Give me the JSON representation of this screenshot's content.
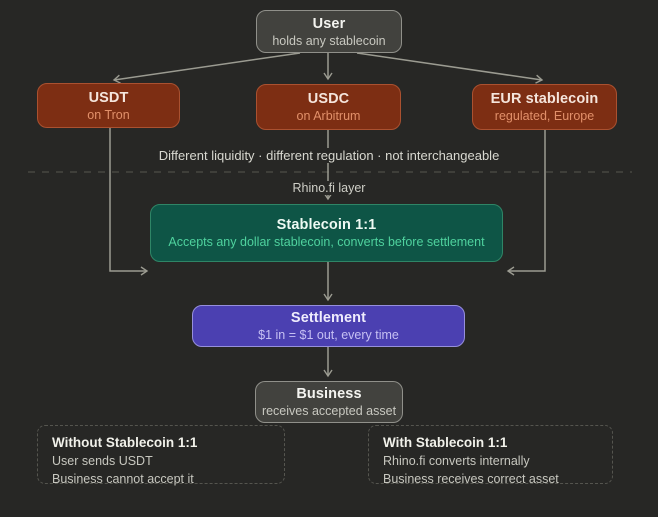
{
  "palette": {
    "bg": "#272725",
    "line": "#9b9b91",
    "dash": "#4e4e48",
    "gray_bg": "#42423e",
    "gray_border": "#90908a",
    "gray_title": "#f4f4f0",
    "gray_sub": "#c8c8c0",
    "red_bg": "#7d2e13",
    "red_border": "#aa5130",
    "red_title": "#f5e5dc",
    "red_sub": "#e2906a",
    "green_bg": "#0e5546",
    "green_border": "#2f8566",
    "green_title": "#eefaf4",
    "green_sub": "#4fd29e",
    "purple_bg": "#4b40b1",
    "purple_border": "#968fdc",
    "purple_title": "#efecfd",
    "purple_sub": "#c6c0f3",
    "note_text": "#d8d8d0",
    "layer_text": "#cfcfc7",
    "callout_border": "#55554f",
    "callout_title": "#f1f1ea",
    "callout_text": "#c7c7bf"
  },
  "nodes": {
    "user": {
      "title": "User",
      "subtitle": "holds any stablecoin"
    },
    "usdt": {
      "title": "USDT",
      "subtitle": "on Tron"
    },
    "usdc": {
      "title": "USDC",
      "subtitle": "on Arbitrum"
    },
    "eur": {
      "title": "EUR stablecoin",
      "subtitle": "regulated, Europe"
    },
    "stablecoin": {
      "title": "Stablecoin 1:1",
      "subtitle": "Accepts any dollar stablecoin, converts before settlement"
    },
    "settlement": {
      "title": "Settlement",
      "subtitle": "$1 in = $1 out, every time"
    },
    "business": {
      "title": "Business",
      "subtitle": "receives accepted asset"
    }
  },
  "labels": {
    "difference_note": "Different liquidity · different regulation · not interchangeable",
    "layer_label": "Rhino.fi layer"
  },
  "callouts": {
    "without": {
      "title": "Without Stablecoin 1:1",
      "lines": [
        "User sends USDT",
        "Business cannot accept it"
      ]
    },
    "with": {
      "title": "With Stablecoin 1:1",
      "lines": [
        "Rhino.fi converts internally",
        "Business receives correct asset"
      ]
    }
  }
}
